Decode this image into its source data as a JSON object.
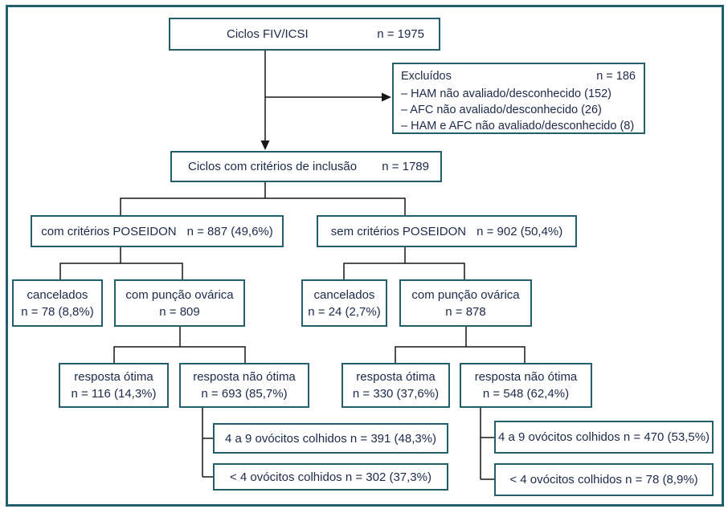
{
  "colors": {
    "border": "#235e6d",
    "text": "#1b2a4a",
    "line": "#161616",
    "bg": "#ffffff"
  },
  "boxes": {
    "fiv_icsi": {
      "label": "Ciclos FIV/ICSI",
      "n": "n = 1975"
    },
    "excluded": {
      "label": "Excluídos",
      "n": "n = 186",
      "items": [
        "– HAM não avaliado/desconhecido (152)",
        "– AFC não avaliado/desconhecido (26)",
        "– HAM e AFC não avaliado/desconhecido (8)"
      ]
    },
    "inclusion": {
      "label": "Ciclos com critérios de inclusão",
      "n": "n = 1789"
    },
    "poseidon_with": {
      "label": "com critérios POSEIDON",
      "n": "n = 887 (49,6%)"
    },
    "poseidon_without": {
      "label": "sem critérios POSEIDON",
      "n": "n = 902 (50,4%)"
    },
    "cancelled_left": {
      "label": "cancelados",
      "n": "n = 78 (8,8%)"
    },
    "puncture_left": {
      "label": "com punção ovárica",
      "n": "n = 809"
    },
    "cancelled_right": {
      "label": "cancelados",
      "n": "n = 24 (2,7%)"
    },
    "puncture_right": {
      "label": "com punção ovárica",
      "n": "n = 878"
    },
    "optimal_left": {
      "label": "resposta ótima",
      "n": "n = 116 (14,3%)"
    },
    "non_optimal_left": {
      "label": "resposta não ótima",
      "n": "n = 693 (85,7%)"
    },
    "optimal_right": {
      "label": "resposta ótima",
      "n": "n = 330 (37,6%)"
    },
    "non_optimal_right": {
      "label": "resposta não ótima",
      "n": "n = 548 (62,4%)"
    },
    "oocytes_4to9_left": {
      "label": "4 a 9 ovócitos colhidos n = 391 (48,3%)"
    },
    "oocytes_lt4_left": {
      "label": "< 4 ovócitos colhidos n = 302 (37,3%)"
    },
    "oocytes_4to9_right": {
      "label": "4 a 9 ovócitos colhidos n = 470 (53,5%)"
    },
    "oocytes_lt4_right": {
      "label": "< 4 ovócitos colhidos n = 78 (8,9%)"
    }
  }
}
